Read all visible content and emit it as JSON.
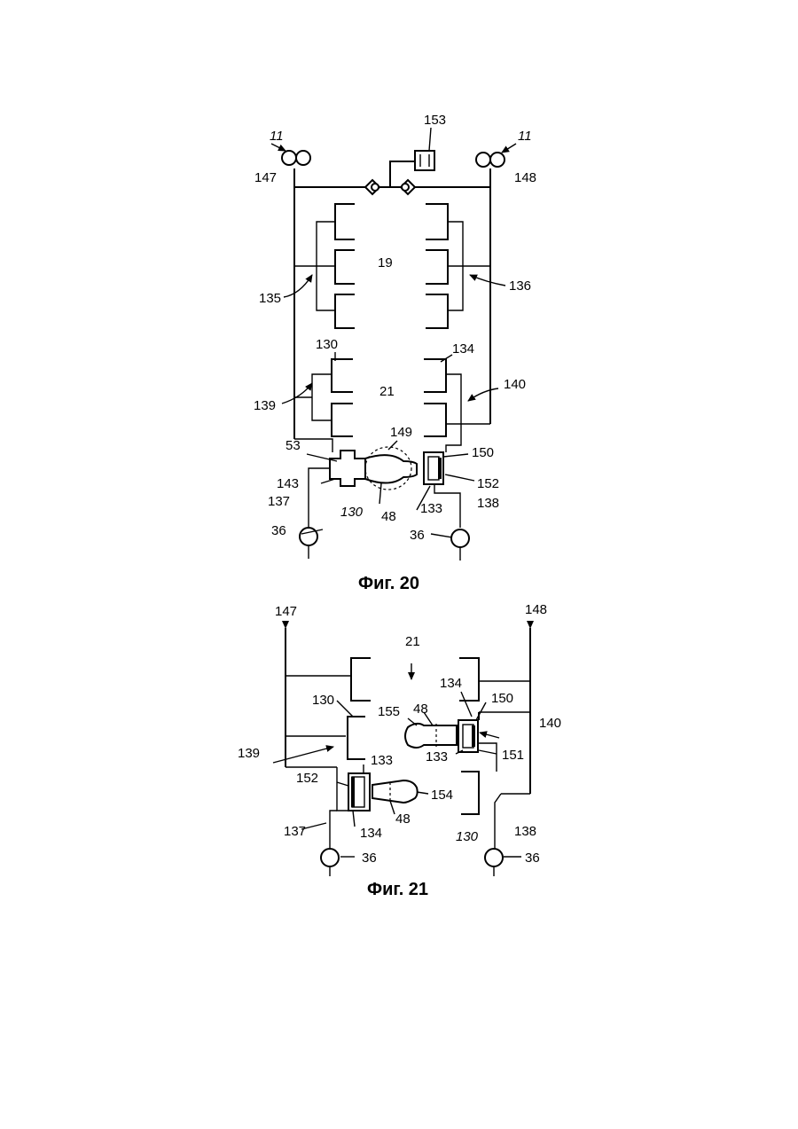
{
  "fig20": {
    "caption": "Фиг. 20",
    "labels": {
      "l153": "153",
      "l147": "147",
      "l148": "148",
      "l11a": "11",
      "l11b": "11",
      "l19": "19",
      "l135": "135",
      "l136": "136",
      "l130a": "130",
      "l134": "134",
      "l21": "21",
      "l139": "139",
      "l140": "140",
      "l53": "53",
      "l149": "149",
      "l150": "150",
      "l143": "143",
      "l152": "152",
      "l137": "137",
      "l130b": "130",
      "l48": "48",
      "l133": "133",
      "l138": "138",
      "l36a": "36",
      "l36b": "36"
    }
  },
  "fig21": {
    "caption": "Фиг. 21",
    "labels": {
      "l147": "147",
      "l148": "148",
      "l21": "21",
      "l134a": "134",
      "l130a": "130",
      "l155": "155",
      "l48a": "48",
      "l150": "150",
      "l140": "140",
      "l139": "139",
      "l133a": "133",
      "l151": "151",
      "l152": "152",
      "l133b": "133",
      "l154": "154",
      "l48b": "48",
      "l137": "137",
      "l134b": "134",
      "l130b": "130",
      "l138": "138",
      "l36a": "36",
      "l36b": "36"
    }
  }
}
